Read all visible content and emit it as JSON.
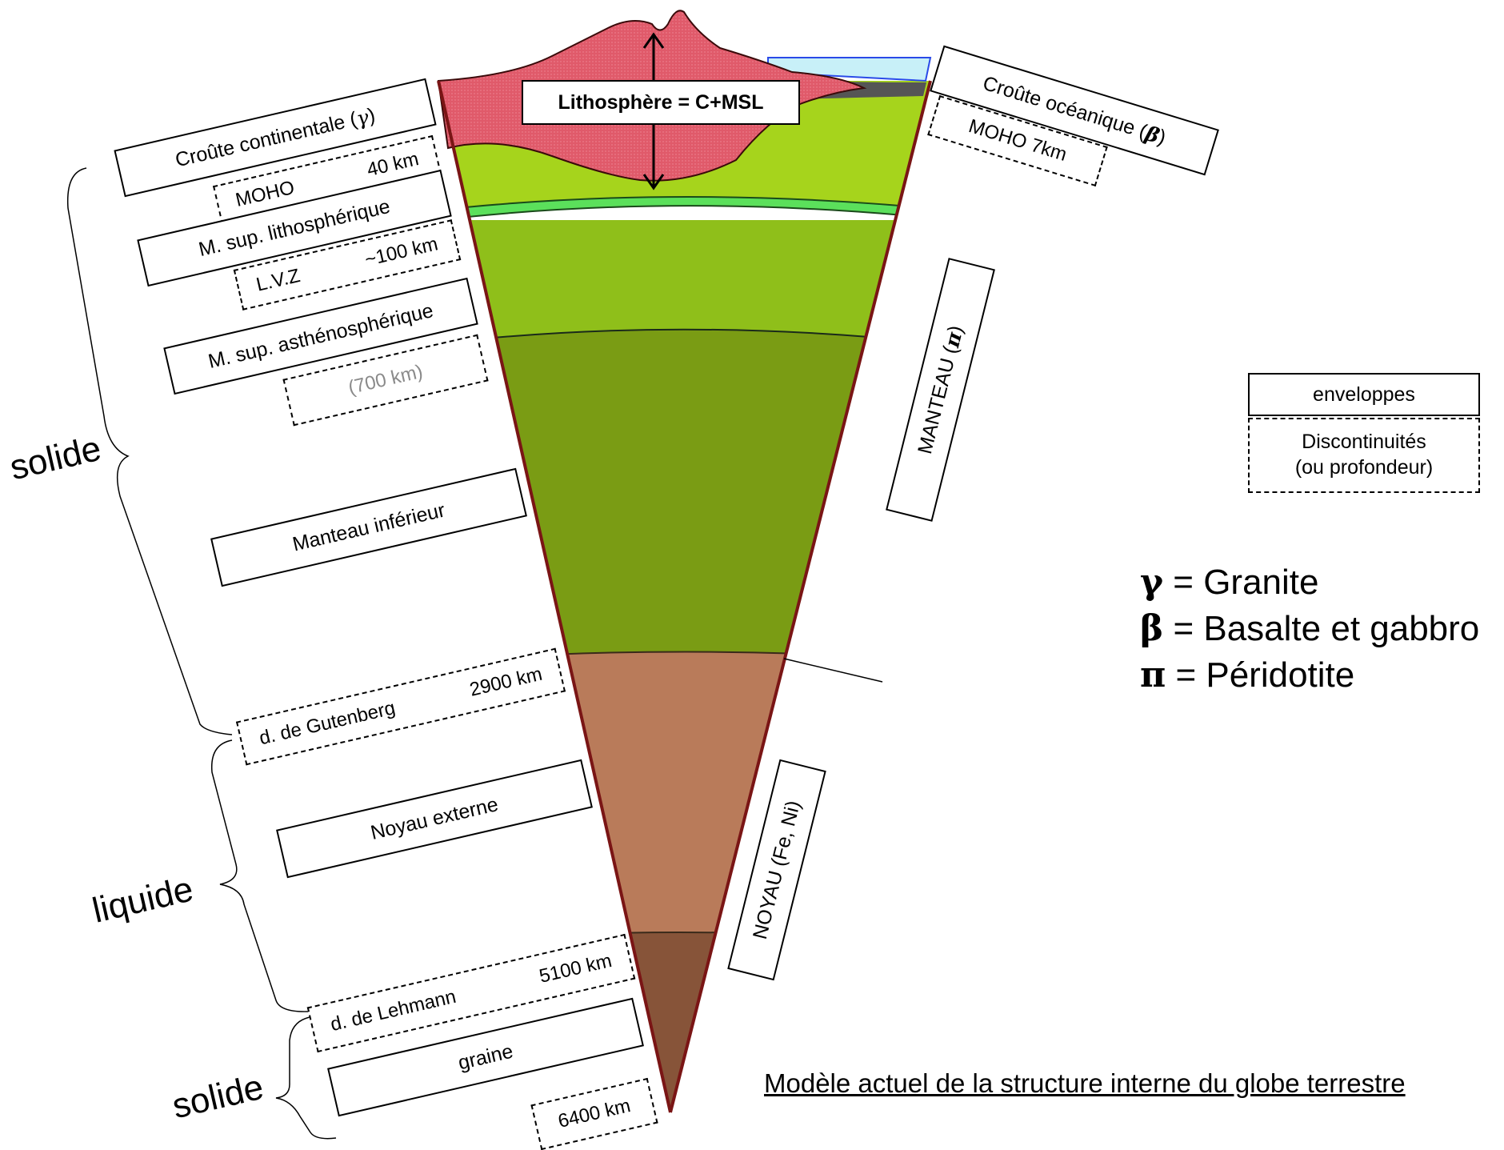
{
  "diagram": {
    "lithosphere_label": "Lithosphère = C+MSL",
    "envelopes": {
      "crust_continental": {
        "text": "Croûte continentale (",
        "symbol": "γ",
        "close": ")"
      },
      "crust_oceanic": {
        "text": "Croûte océanique (",
        "symbol": "β",
        "close": ")"
      },
      "upper_mantle_litho": "M. sup. lithosphérique",
      "upper_mantle_astheno": "M. sup. asthénosphérique",
      "lower_mantle": "Manteau inférieur",
      "outer_core": "Noyau externe",
      "inner_core": "graine",
      "mantle": {
        "text": "MANTEAU (",
        "symbol": "π",
        "close": ")"
      },
      "core": "NOYAU (Fe, Ni)"
    },
    "discontinuities": {
      "moho_continental": {
        "name": "MOHO",
        "depth": "40 km"
      },
      "moho_oceanic": "MOHO 7km",
      "lvz": {
        "name": "L.V.Z",
        "depth": "~100 km"
      },
      "d700": "(700 km)",
      "gutenberg": {
        "name": "d. de Gutenberg",
        "depth": "2900 km"
      },
      "lehmann": {
        "name": "d. de Lehmann",
        "depth": "5100 km"
      },
      "center": "6400 km"
    },
    "states": {
      "solid_top": "solide",
      "liquid": "liquide",
      "solid_bottom": "solide"
    },
    "legend": {
      "envelopes": "enveloppes",
      "discontinuities_line1": "Discontinuités",
      "discontinuities_line2": "(ou profondeur)"
    },
    "rocks": [
      {
        "symbol": "γ",
        "text": " = Granite"
      },
      {
        "symbol": "β",
        "text": " = Basalte et gabbro"
      },
      {
        "symbol": "π",
        "text": " = Péridotite"
      }
    ],
    "caption": "Modèle actuel de la structure interne du globe terrestre",
    "colors": {
      "continental_crust": "#e05a6a",
      "lithospheric_mantle": "#a6d41c",
      "lvz_band": "#5be05b",
      "asthenosphere": "#8fbf1a",
      "lower_mantle": "#7a9c14",
      "outer_core": "#b97b5a",
      "inner_core": "#875439",
      "ocean": "#c8f0f8",
      "oceanic_crust": "#555555",
      "outline": "#7a1515"
    }
  }
}
